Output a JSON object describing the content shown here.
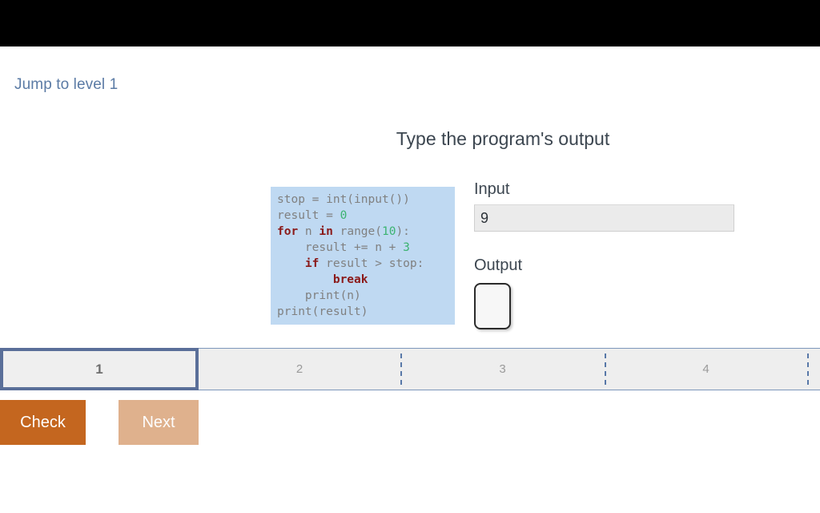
{
  "topbar": {
    "background": "#000000"
  },
  "nav": {
    "jump_link": "Jump to level 1",
    "link_color": "#5b7ba5"
  },
  "main": {
    "title": "Type the program's output",
    "code": {
      "language": "python",
      "background": "#bfd9f2",
      "text_color": "#808080",
      "keyword_color": "#8b1a1a",
      "number_color": "#3cb371",
      "lines": [
        "stop = int(input())",
        "result = 0",
        "for n in range(10):",
        "    result += n + 3",
        "    if result > stop:",
        "        break",
        "    print(n)",
        "print(result)"
      ]
    },
    "io": {
      "input_label": "Input",
      "input_value": "9",
      "input_placeholder": "",
      "output_label": "Output",
      "output_value": "",
      "output_placeholder": ""
    }
  },
  "levels": {
    "active_index": 0,
    "active_color": "#5a6f99",
    "items": [
      {
        "label": "1",
        "active": true
      },
      {
        "label": "2",
        "active": false
      },
      {
        "label": "3",
        "active": false
      },
      {
        "label": "4",
        "active": false
      }
    ]
  },
  "actions": {
    "check_label": "Check",
    "check_color": "#c4661f",
    "next_label": "Next",
    "next_color": "#dfb18d"
  }
}
